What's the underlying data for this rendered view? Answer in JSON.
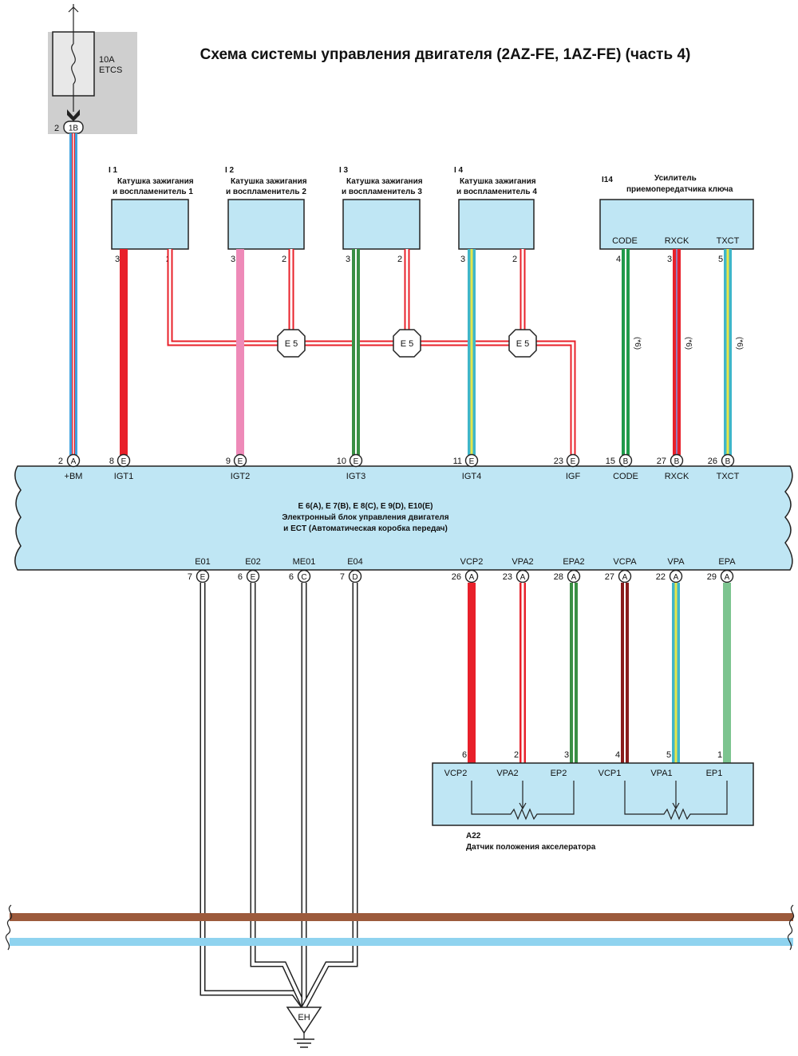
{
  "title": "Схема системы управления двигателя (2AZ-FE, 1AZ-FE) (часть 4)",
  "fuse": {
    "rating": "10A",
    "name": "ETCS",
    "connector": "1B",
    "pin": "2"
  },
  "coils": [
    {
      "id": "I 1",
      "line1": "Катушка зажигания",
      "line2": "и воспламенитель 1",
      "pin_igt": "3",
      "pin_igf": "2",
      "color": "#e8202a"
    },
    {
      "id": "I 2",
      "line1": "Катушка зажигания",
      "line2": "и воспламенитель 2",
      "pin_igt": "3",
      "pin_igf": "2",
      "color": "#ee8ab8"
    },
    {
      "id": "I 3",
      "line1": "Катушка зажигания",
      "line2": "и воспламенитель 3",
      "pin_igt": "3",
      "pin_igf": "2",
      "color": "#3a8f44"
    },
    {
      "id": "I 4",
      "line1": "Катушка зажигания",
      "line2": "и воспламенитель 4",
      "pin_igt": "3",
      "pin_igf": "2",
      "color": "#3fb6c9"
    }
  ],
  "junction_label": "E 5",
  "transponder": {
    "id": "I14",
    "line1": "Усилитель",
    "line2": "приемопередатчика ключа",
    "pins": [
      {
        "name": "CODE",
        "num": "4",
        "note": "(*6)"
      },
      {
        "name": "RXCK",
        "num": "3",
        "note": "(*6)"
      },
      {
        "name": "TXCT",
        "num": "5",
        "note": "(*6)"
      }
    ]
  },
  "ecu": {
    "line1": "E 6(A), E 7(B), E 8(C), E 9(D), E10(E)",
    "line2": "Электронный блок управления двигателя",
    "line3": "и ECT (Автоматическая коробка передач)",
    "top_pins": [
      {
        "num": "2",
        "conn": "A",
        "name": "+BM"
      },
      {
        "num": "8",
        "conn": "E",
        "name": "IGT1"
      },
      {
        "num": "9",
        "conn": "E",
        "name": "IGT2"
      },
      {
        "num": "10",
        "conn": "E",
        "name": "IGT3"
      },
      {
        "num": "11",
        "conn": "E",
        "name": "IGT4"
      },
      {
        "num": "23",
        "conn": "E",
        "name": "IGF"
      },
      {
        "num": "15",
        "conn": "B",
        "name": "CODE"
      },
      {
        "num": "27",
        "conn": "B",
        "name": "RXCK"
      },
      {
        "num": "26",
        "conn": "B",
        "name": "TXCT"
      }
    ],
    "bottom_pins": [
      {
        "num": "7",
        "conn": "E",
        "name": "E01"
      },
      {
        "num": "6",
        "conn": "E",
        "name": "E02"
      },
      {
        "num": "6",
        "conn": "C",
        "name": "ME01"
      },
      {
        "num": "7",
        "conn": "D",
        "name": "E04"
      },
      {
        "num": "26",
        "conn": "A",
        "name": "VCP2"
      },
      {
        "num": "23",
        "conn": "A",
        "name": "VPA2"
      },
      {
        "num": "28",
        "conn": "A",
        "name": "EPA2"
      },
      {
        "num": "27",
        "conn": "A",
        "name": "VCPA"
      },
      {
        "num": "22",
        "conn": "A",
        "name": "VPA"
      },
      {
        "num": "29",
        "conn": "A",
        "name": "EPA"
      }
    ]
  },
  "sensor": {
    "id": "A22",
    "name": "Датчик положения акселератора",
    "pins": [
      {
        "num": "6",
        "name": "VCP2"
      },
      {
        "num": "2",
        "name": "VPA2"
      },
      {
        "num": "3",
        "name": "EP2"
      },
      {
        "num": "4",
        "name": "VCP1"
      },
      {
        "num": "5",
        "name": "VPA1"
      },
      {
        "num": "1",
        "name": "EP1"
      }
    ]
  },
  "ground_label": "EH",
  "colors": {
    "box_fill": "#bfe6f4",
    "fuse_bg": "#cfcfcf",
    "bus_brown": "#9c5a3c",
    "bus_blue": "#8fd3ef",
    "wire_red": "#e8202a",
    "wire_pink": "#ee8ab8",
    "wire_green": "#3a8f44",
    "wire_cyan": "#3fb6c9",
    "wire_darkgreen": "#1f9a4a",
    "wire_darkred": "#8a1c1c",
    "wire_lightgreen": "#7cc48f"
  }
}
